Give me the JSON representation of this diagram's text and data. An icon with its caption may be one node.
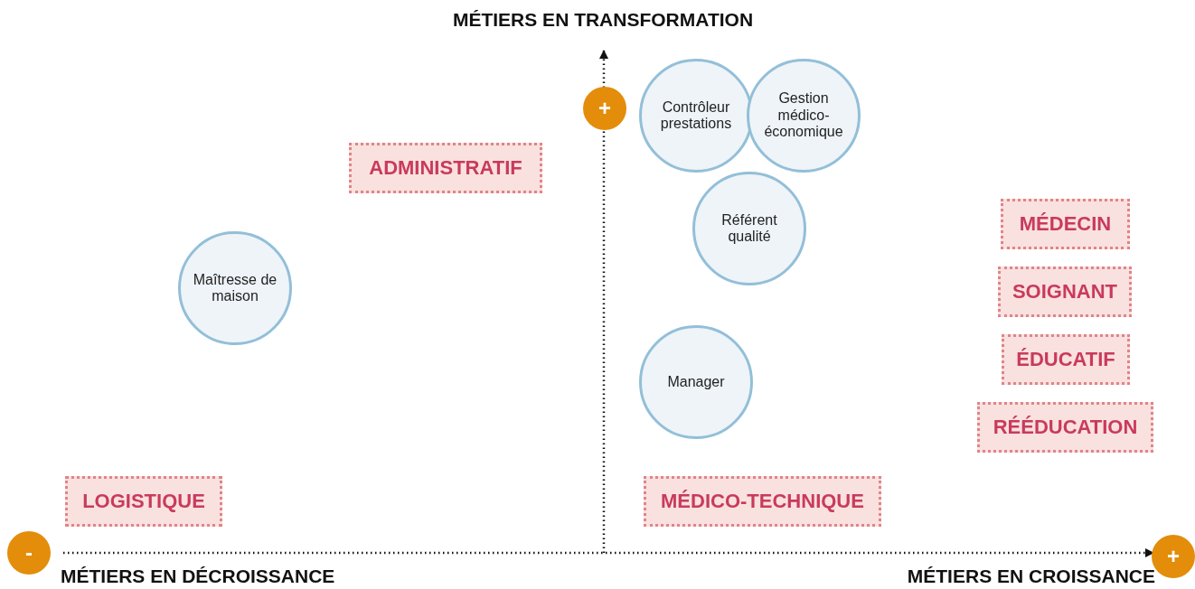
{
  "diagram": {
    "nodes": [
      {
        "text": [
          "Contrôleur prestations"
        ]
      },
      {
        "text": [
          "Gestion médico-économique"
        ]
      },
      {
        "text": [
          "+"
        ]
      },
      {
        "text": [
          "ADMINISTRATIF"
        ]
      },
      {
        "text": [
          "Référent qualité"
        ]
      },
      {
        "text": [
          "MÉDECIN"
        ]
      },
      {
        "text": [
          "Maîtresse de maison"
        ]
      },
      {
        "text": [
          "SOIGNANT"
        ]
      },
      {
        "text": [
          "ÉDUCATIF"
        ]
      },
      {
        "text": [
          "Manager"
        ]
      },
      {
        "text": [
          "RÉÉDUCATION"
        ]
      },
      {
        "text": [
          "LOGISTIQUE"
        ]
      },
      {
        "text": [
          "MÉDICO-TECHNIQUE"
        ]
      },
      {
        "text": [
          "-"
        ]
      },
      {
        "text": [
          "+"
        ]
      }
    ],
    "labels": [
      "MÉTIERS EN TRANSFORMATION",
      "MÉTIERS EN DÉCROISSANCE",
      "MÉTIERS EN CROISSANCE"
    ]
  }
}
